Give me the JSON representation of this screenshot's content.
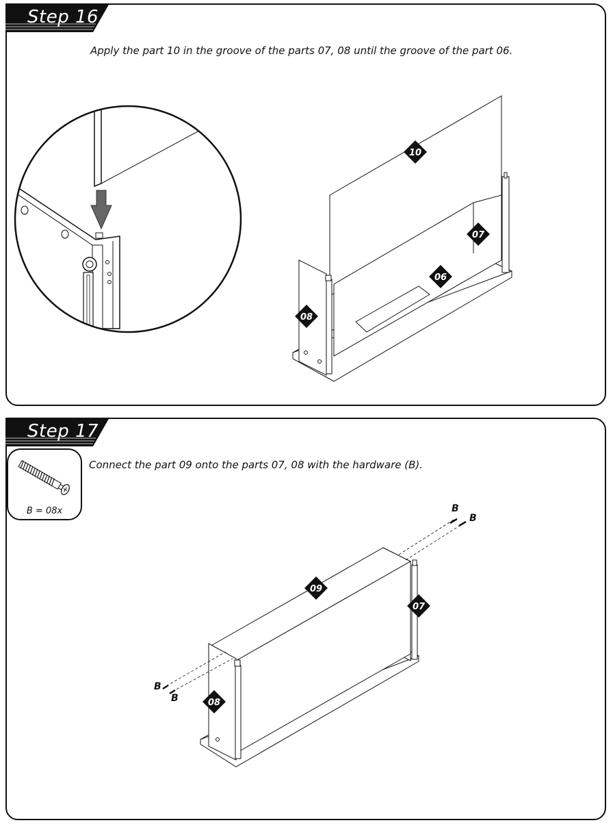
{
  "steps": [
    {
      "title": "Step 16",
      "instruction": "Apply the part 10 in the groove of the parts 07, 08 until the groove of the part 06.",
      "part_labels": [
        "10",
        "07",
        "06",
        "08"
      ]
    },
    {
      "title": "Step 17",
      "instruction": "Connect the part 09 onto the parts 07, 08 with the hardware (B).",
      "part_labels": [
        "09",
        "07",
        "08"
      ],
      "hardware": {
        "caption": "B = 08x",
        "label": "B"
      }
    }
  ]
}
